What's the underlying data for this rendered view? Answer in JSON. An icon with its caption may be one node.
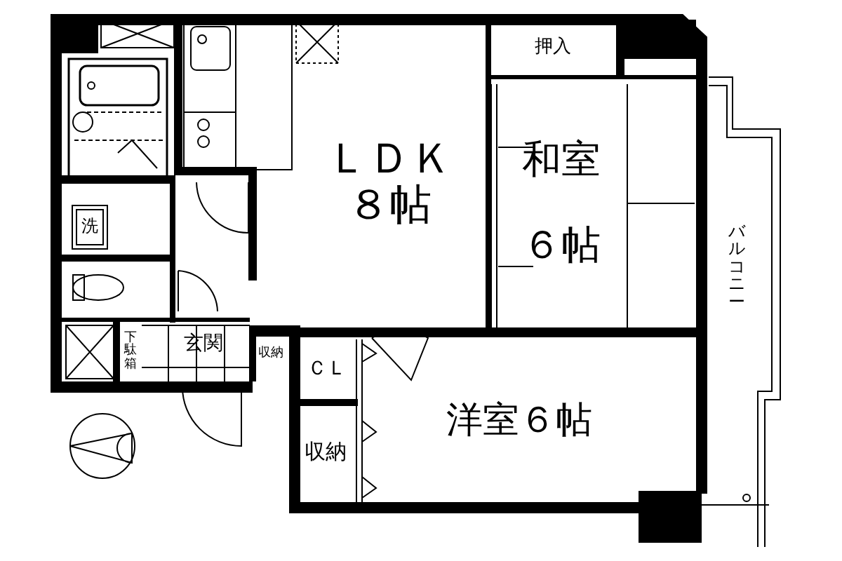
{
  "diagram": {
    "nodes": [
      {
        "text": [
          "ＬＤＫ",
          "８帖"
        ]
      },
      {
        "text": [
          "押入"
        ]
      },
      {
        "text": [
          "和室",
          "６帖"
        ]
      },
      {
        "text": [
          "洗"
        ]
      },
      {
        "text": [
          "下駄箱"
        ]
      },
      {
        "text": [
          "玄関"
        ]
      },
      {
        "text": [
          "収納"
        ]
      },
      {
        "text": [
          "ＣＬ"
        ]
      },
      {
        "text": [
          "洋室６帖"
        ]
      },
      {
        "text": [
          "収納"
        ]
      },
      {
        "text": [
          "バルコニー"
        ]
      }
    ]
  }
}
